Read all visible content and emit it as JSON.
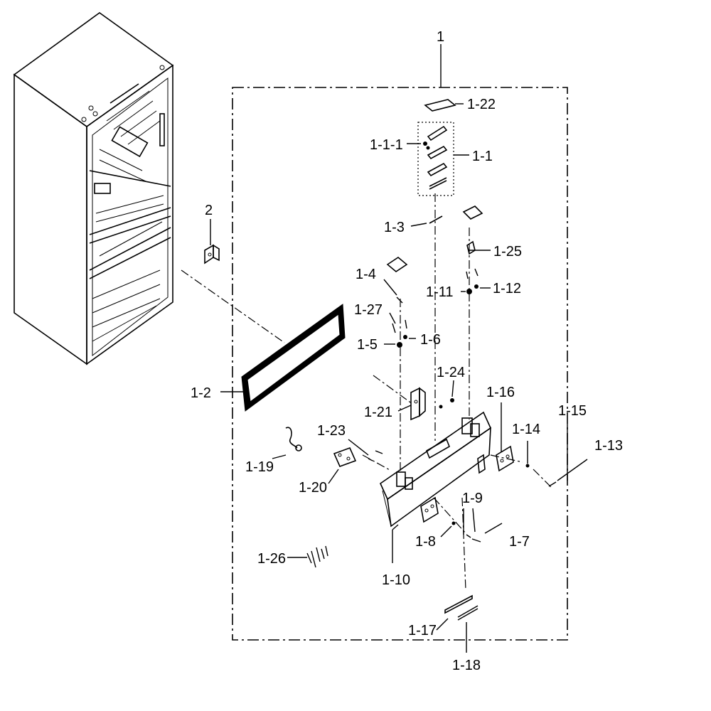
{
  "labels": {
    "l1": "1",
    "l2": "2",
    "l1_1": "1-1",
    "l1_1_1": "1-1-1",
    "l1_2": "1-2",
    "l1_3": "1-3",
    "l1_4": "1-4",
    "l1_5": "1-5",
    "l1_6": "1-6",
    "l1_7": "1-7",
    "l1_8": "1-8",
    "l1_9": "1-9",
    "l1_10": "1-10",
    "l1_11": "1-11",
    "l1_12": "1-12",
    "l1_13": "1-13",
    "l1_14": "1-14",
    "l1_15": "1-15",
    "l1_16": "1-16",
    "l1_17": "1-17",
    "l1_18": "1-18",
    "l1_19": "1-19",
    "l1_20": "1-20",
    "l1_21": "1-21",
    "l1_22": "1-22",
    "l1_23": "1-23",
    "l1_24": "1-24",
    "l1_25": "1-25",
    "l1_26": "1-26",
    "l1_27": "1-27"
  }
}
